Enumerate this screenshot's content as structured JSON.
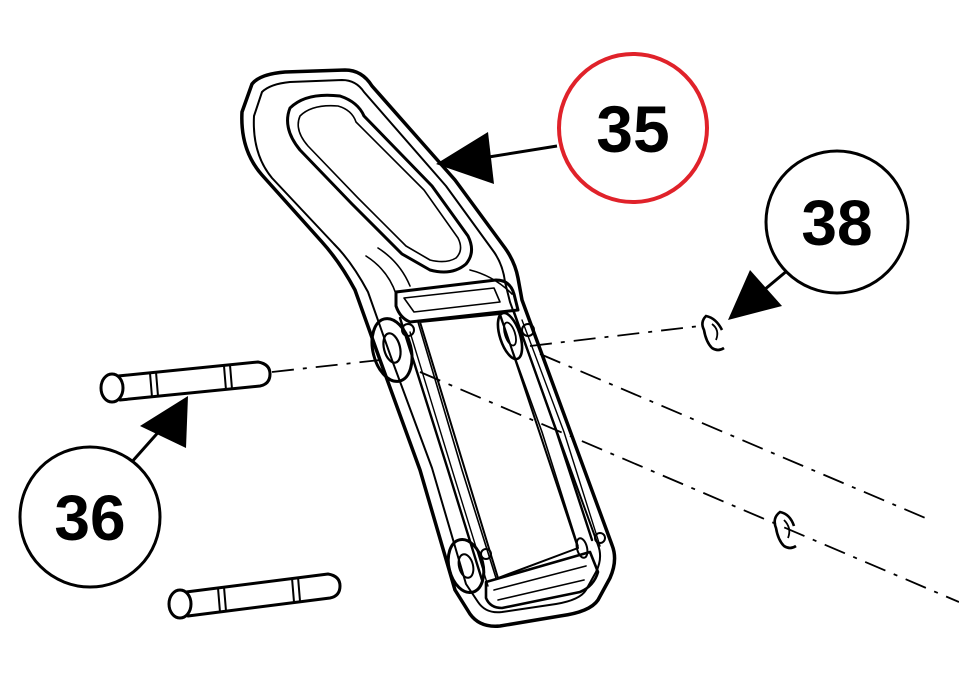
{
  "callouts": [
    {
      "id": "35",
      "label": "35",
      "highlighted": true
    },
    {
      "id": "38",
      "label": "38",
      "highlighted": false
    },
    {
      "id": "36",
      "label": "36",
      "highlighted": false
    }
  ],
  "colors": {
    "ink": "#000000",
    "highlight": "#e0222a",
    "background": "#ffffff"
  }
}
